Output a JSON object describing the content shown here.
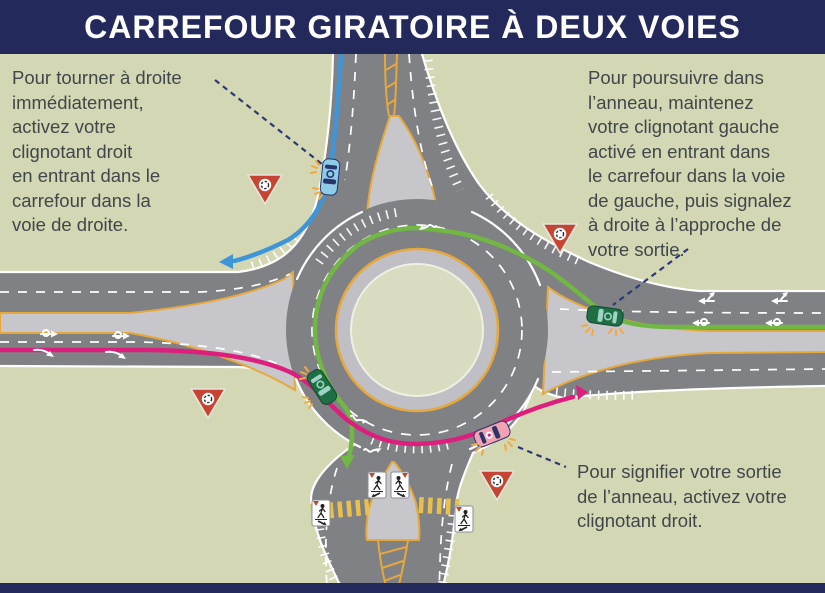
{
  "title": "CARREFOUR GIRATOIRE À DEUX VOIES",
  "annotations": {
    "right_turn": "Pour tourner à droite\nimmédiatement,\nactivez votre\nclignotant droit\nen entrant dans le\ncarrefour dans la\nvoie de droite.",
    "continue_ring": "Pour poursuivre dans\nl’anneau, maintenez\nvotre clignotant gauche\nactivé en entrant dans\nle carrefour dans la voie\nde gauche, puis signalez\nà droite à l’approche de\nvotre sortie.",
    "exit_ring": "Pour signifier votre sortie\nde l’anneau, activez votre\nclignotant droit."
  },
  "icons": {
    "yield_sign": "red-triangle-yield-with-roundabout-arrows",
    "pedestrian_sign": "pedestrian-crossing-sign-with-diagonal-arrow",
    "blinker_flash": "turn-signal-flash",
    "direction_squiggle": "lane-direction-squiggle-arrow",
    "lane_arrow_loop": "roundabout-lane-arrow-with-loop",
    "lane_arrow_fork": "roundabout-lane-arrow-with-exit-fork"
  },
  "paths": {
    "right_turn_path": "blue",
    "continue_ring_path": "green",
    "exit_ring_path": "pink"
  },
  "colors": {
    "navy": "#232a5b",
    "background": "#d4d7b3",
    "road": "#7f8184",
    "apron": "#bfbfc5",
    "island_center": "#d9dcc0",
    "island_median": "#c6c6cb",
    "yellow": "#e7a83b",
    "crosswalk_yellow": "#e9c04a",
    "white": "#ffffff",
    "path_blue": "#3e95d8",
    "path_green": "#72b744",
    "path_pink": "#de1e7d",
    "callout": "#2b3a74",
    "yield_red": "#c64532",
    "text": "#40474b",
    "car_blue": "#8dcbe9",
    "car_green": "#1f6f44",
    "car_green_glass": "#9fd4c4",
    "car_pink": "#f2a2b0",
    "car_detail": "#27356b",
    "blinker": "#f5a93b"
  }
}
